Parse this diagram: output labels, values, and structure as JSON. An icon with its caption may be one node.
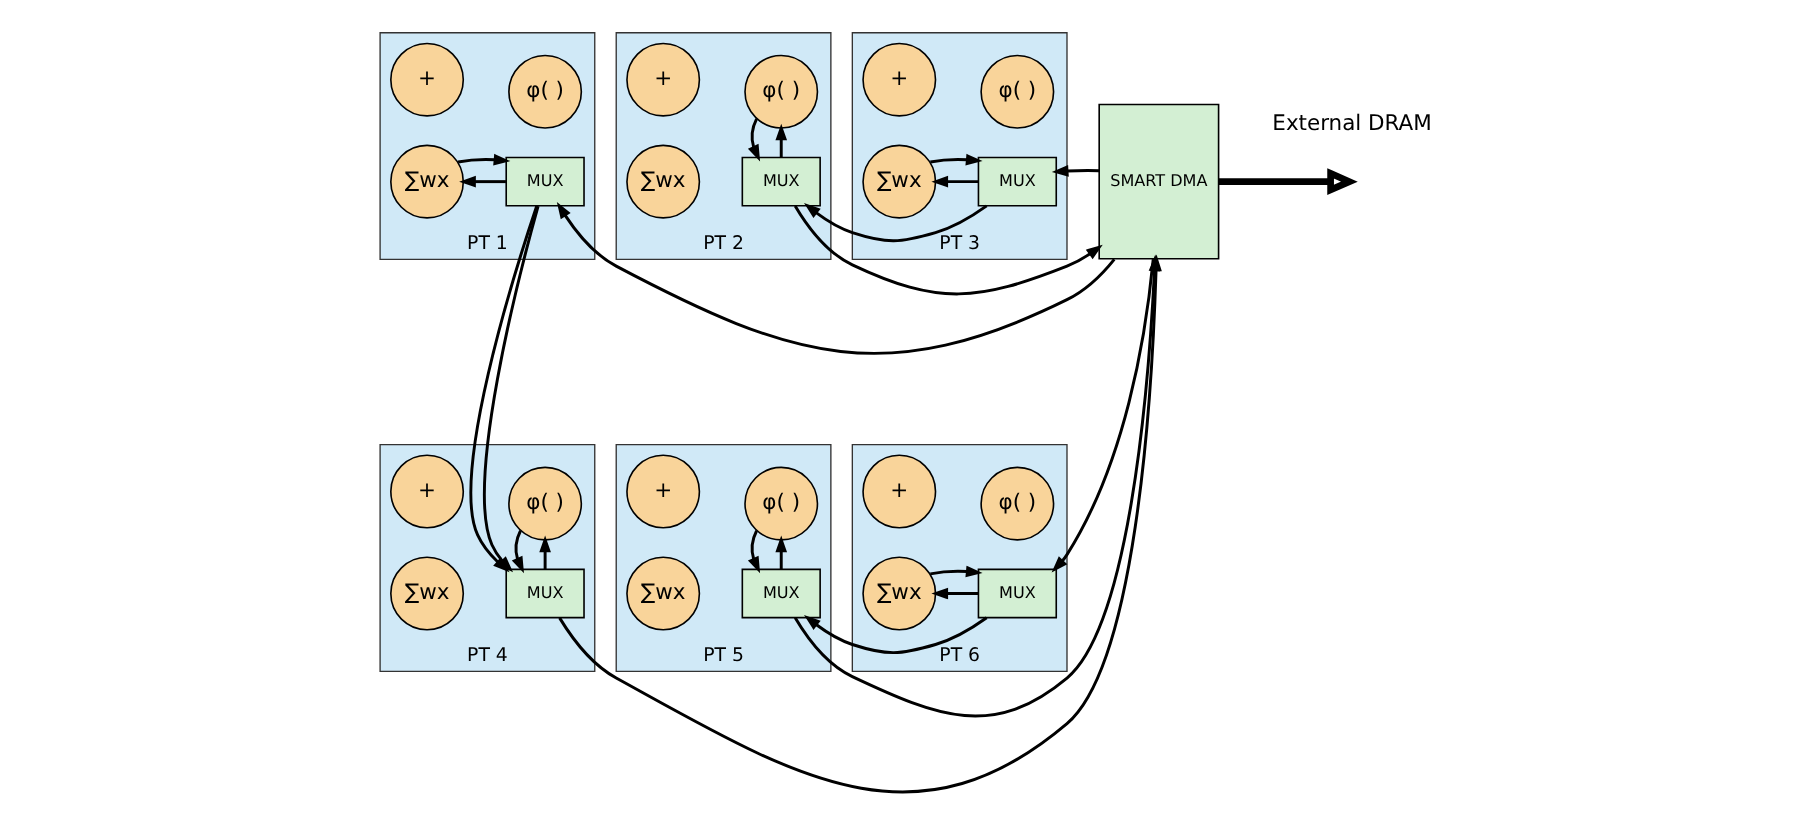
{
  "diagram": {
    "nodes": [
      {
        "text": [
          "PT 1"
        ]
      },
      {
        "text": [
          "∑wx"
        ],
        "in": 0
      },
      {
        "text": [
          "MUX"
        ],
        "in": 0
      },
      {
        "text": [
          "+"
        ],
        "in": 0
      },
      {
        "text": [
          "φ( )"
        ],
        "in": 0
      },
      {
        "text": [
          "PT 2"
        ]
      },
      {
        "text": [
          "∑wx"
        ],
        "in": 5
      },
      {
        "text": [
          "MUX"
        ],
        "in": 5
      },
      {
        "text": [
          "+"
        ],
        "in": 5
      },
      {
        "text": [
          "φ( )"
        ],
        "in": 5
      },
      {
        "text": [
          "PT 3"
        ]
      },
      {
        "text": [
          "∑wx"
        ],
        "in": 10
      },
      {
        "text": [
          "MUX"
        ],
        "in": 10
      },
      {
        "text": [
          "+"
        ],
        "in": 10
      },
      {
        "text": [
          "φ( )"
        ],
        "in": 10
      },
      {
        "text": [
          "PT 4"
        ]
      },
      {
        "text": [
          "∑wx"
        ],
        "in": 15
      },
      {
        "text": [
          "MUX"
        ],
        "in": 15
      },
      {
        "text": [
          "+"
        ],
        "in": 15
      },
      {
        "text": [
          "φ( )"
        ],
        "in": 15
      },
      {
        "text": [
          "PT 5"
        ]
      },
      {
        "text": [
          "∑wx"
        ],
        "in": 20
      },
      {
        "text": [
          "MUX"
        ],
        "in": 20
      },
      {
        "text": [
          "+"
        ],
        "in": 20
      },
      {
        "text": [
          "φ( )"
        ],
        "in": 20
      },
      {
        "text": [
          "PT 6"
        ]
      },
      {
        "text": [
          "∑wx"
        ],
        "in": 25
      },
      {
        "text": [
          "MUX"
        ],
        "in": 25
      },
      {
        "text": [
          "+"
        ],
        "in": 25
      },
      {
        "text": [
          "φ( )"
        ],
        "in": 25
      },
      {
        "text": [
          "SMART DMA"
        ]
      }
    ],
    "edges": [
      {
        "from": 30,
        "to": 2,
        "arrow": "to"
      },
      {
        "from": 7,
        "to": 30,
        "arrow": "to"
      },
      {
        "from": 12,
        "to": 7,
        "arrow": "to"
      },
      {
        "from": 30,
        "to": 12,
        "arrow": "to"
      },
      {
        "from": 2,
        "to": 17,
        "arrow": "to"
      },
      {
        "from": 17,
        "to": 30,
        "arrow": "to"
      },
      {
        "from": 22,
        "to": 30,
        "arrow": "to"
      },
      {
        "from": 27,
        "to": 22,
        "arrow": "to"
      },
      {
        "from": 30,
        "to": 27,
        "arrow": "to"
      },
      {
        "from": 2,
        "to": 1,
        "arrow": "to"
      },
      {
        "from": 1,
        "to": 2,
        "arrow": "to"
      },
      {
        "from": 7,
        "to": 9,
        "arrow": "to"
      },
      {
        "from": 9,
        "to": 7,
        "arrow": "to"
      },
      {
        "from": 12,
        "to": 11,
        "arrow": "to"
      },
      {
        "from": 11,
        "to": 12,
        "arrow": "to"
      },
      {
        "from": 17,
        "to": 19,
        "arrow": "to"
      },
      {
        "from": 19,
        "to": 17,
        "arrow": "to"
      },
      {
        "from": 22,
        "to": 24,
        "arrow": "to"
      },
      {
        "from": 24,
        "to": 22,
        "arrow": "to"
      },
      {
        "from": 27,
        "to": 26,
        "arrow": "to"
      },
      {
        "from": 26,
        "to": 27,
        "arrow": "to"
      },
      {
        "from": 30,
        "to": null,
        "arrow": "to",
        "style": "thick"
      }
    ],
    "labels": [
      "External DRAM"
    ]
  }
}
